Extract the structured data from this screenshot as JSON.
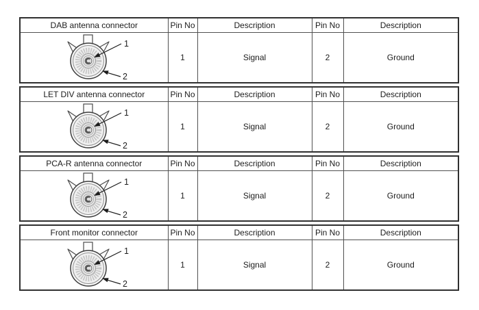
{
  "document": {
    "background": "#ffffff",
    "border_color": "#2f2f2f",
    "inner_line_color": "#4f4f4f",
    "text_color": "#1c1c1c"
  },
  "column_headers": {
    "pin_no": "Pin No",
    "description": "Description"
  },
  "connector": {
    "icon": "coaxial-antenna-connector-icon",
    "callout_center_pin": "1",
    "callout_outer_shell": "2"
  },
  "tables": [
    {
      "name": "DAB antenna connector",
      "row": {
        "pin1": "1",
        "desc1": "Signal",
        "pin2": "2",
        "desc2": "Ground"
      }
    },
    {
      "name": "LET DIV antenna connector",
      "row": {
        "pin1": "1",
        "desc1": "Signal",
        "pin2": "2",
        "desc2": "Ground"
      }
    },
    {
      "name": "PCA-R antenna connector",
      "row": {
        "pin1": "1",
        "desc1": "Signal",
        "pin2": "2",
        "desc2": "Ground"
      }
    },
    {
      "name": "Front monitor connector",
      "row": {
        "pin1": "1",
        "desc1": "Signal",
        "pin2": "2",
        "desc2": "Ground"
      }
    }
  ]
}
